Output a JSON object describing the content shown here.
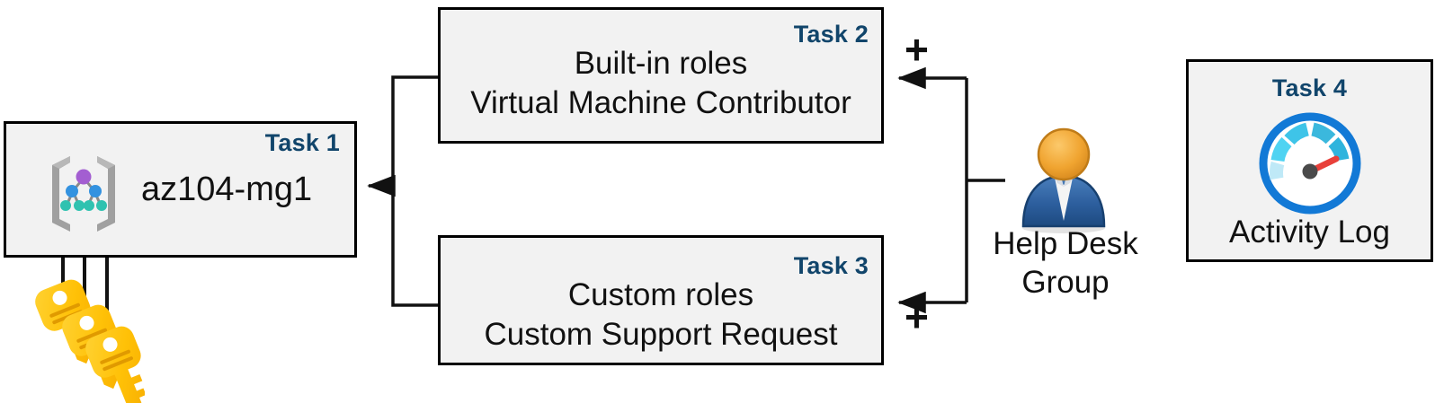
{
  "diagram": {
    "title": "Azure RBAC management group task diagram",
    "accent_color": "#11456b",
    "box_fill": "#f2f2f2",
    "box_border": "#000000"
  },
  "task1": {
    "tag": "Task 1",
    "label": "az104-mg1",
    "icon": "management-group-icon"
  },
  "task2": {
    "tag": "Task 2",
    "text": "Built-in roles\nVirtual Machine Contributor"
  },
  "task3": {
    "tag": "Task 3",
    "text": "Custom roles\nCustom Support Request"
  },
  "task4": {
    "tag": "Task 4",
    "caption": "Activity Log",
    "icon": "activity-log-gauge-icon"
  },
  "helpdesk": {
    "label": "Help Desk\nGroup",
    "icon": "user-group-icon"
  },
  "keys": {
    "icon": "keys-icon",
    "count": 3
  },
  "operators": {
    "plus_top": "+",
    "plus_bottom": "+"
  }
}
